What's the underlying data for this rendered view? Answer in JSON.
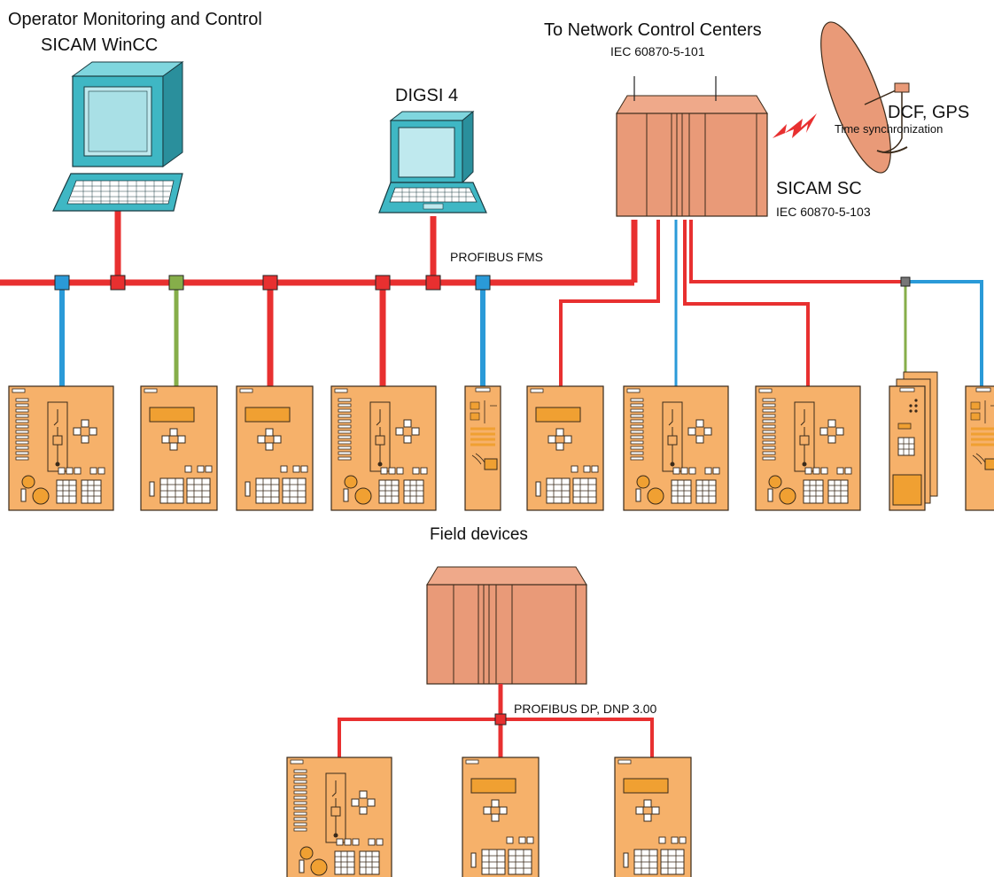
{
  "labels": {
    "operator_line1": "Operator Monitoring and Control",
    "operator_line2": "SICAM WinCC",
    "digsi": "DIGSI 4",
    "network_title": "To Network Control Centers",
    "network_protocol": "IEC 60870-5-101",
    "dcf_gps": "DCF, GPS",
    "time_sync": "Time synchronization",
    "sicam_sc": "SICAM SC",
    "sicam_protocol": "IEC 60870-5-103",
    "profibus_fms": "PROFIBUS FMS",
    "field_devices": "Field devices",
    "profibus_dp": "PROFIBUS DP, DNP 3.00"
  },
  "colors": {
    "bus_red": "#e83030",
    "link_blue": "#2a9ad8",
    "link_green": "#86ae4a",
    "device_orange": "#f6b16a",
    "controller_salmon": "#e99a78",
    "computer_teal": "#3fb7c4"
  },
  "icons": [
    "desktop-computer-icon",
    "laptop-icon",
    "satellite-dish-icon",
    "lightning-signal-icon",
    "controller-rack-icon",
    "field-device-icon"
  ]
}
